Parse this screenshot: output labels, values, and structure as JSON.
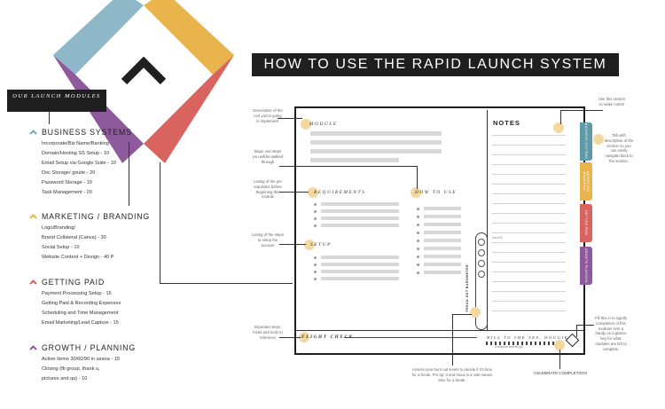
{
  "header": {
    "title": "HOW TO USE THE RAPID LAUNCH SYSTEM",
    "modules_tag": "OUR LAUNCH MODULES"
  },
  "sections": [
    {
      "title": "BUSINESS SYSTEMS",
      "color": "#6fa8b8",
      "items": [
        "Incorporate/Biz Name/Banking",
        "Domain/Hosting SS Setup - 10",
        "Email Setup via Google Suite - 10",
        "Doc Storage/ gsuite - 20",
        "Password Storage - 10",
        "Task Management - 20"
      ]
    },
    {
      "title": "MARKETING / BRANDING",
      "color": "#e9b44c",
      "items": [
        "Logo/Branding/",
        "Brand Collateral (Canva) - 30",
        "Social Setup - 10",
        "Website Content + Design - 40  P"
      ]
    },
    {
      "title": "GETTING PAID",
      "color": "#d9635f",
      "items": [
        "Payment Processing Setup - 15",
        "Getting Paid & Recording Expenses",
        "Scheduling and Time Management",
        "Email Marketing/Lead Capture - 15"
      ]
    },
    {
      "title": "GROWTH / PLANNING",
      "color": "#8e5a9c",
      "items": [
        "Action Items 30/60/90 in asana - 15",
        "Closing (fb group, thank u,",
        "pictures and qa) - 10"
      ]
    }
  ],
  "diamond_colors": {
    "top_left": "#8eb8c8",
    "top_right": "#e9b44c",
    "bottom_right": "#d9635f",
    "bottom_left": "#8e5a9c"
  },
  "worksheet": {
    "module_label": "MODULE",
    "requirements_label": "REQUIREMENTS",
    "how_to_use_label": "HOW TO USE",
    "setup_label": "SETUP",
    "flight_check_label": "FLIGHT CHECK",
    "notes_title": "NOTES",
    "hill_label": "HILL TO THE YES, DOUGIE",
    "hill_sub": "Complete and let go!",
    "meter_label": "FREAK OUT BAROMETER",
    "meter_value": "out of 5"
  },
  "annotations": {
    "module_desc": "Description of the tool you're going to implement.",
    "major_steps": "Major use steps you will be walked through",
    "listing_req": "Listing of the pre requisites before beginning this module",
    "listing_steps": "Listing of the steps to setup the account",
    "important": "Important steps, tricks and tools to reference",
    "notes_section": "Use this section to make notes!",
    "tab_desc": "Tab with description of the section so you can easily navigate back to the section.",
    "fill_this": "Fill this in to signify completion of this module! Acts a handy on a glance key for what modules are left to complete.",
    "assess": "Assess your burn out levels to decide if it's time for a break. Pro tip: 3 and focus is a rate means time for a break.",
    "celebrate": "CELEBRATE COMPLETION!"
  },
  "tabs": [
    {
      "label": "BUSINESS SYSTEMS",
      "color": "#5f9aaa"
    },
    {
      "label": "MARKETING BRANDING",
      "color": "#e9b44c"
    },
    {
      "label": "GETTING PAID",
      "color": "#d9635f"
    },
    {
      "label": "GROWTH PLANNING",
      "color": "#8e5a9c"
    }
  ]
}
